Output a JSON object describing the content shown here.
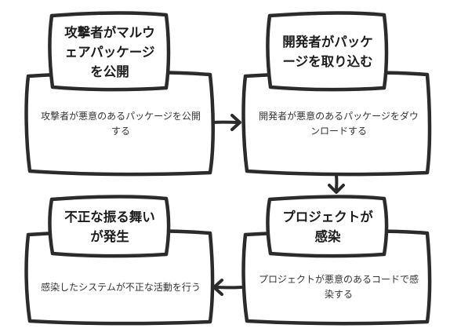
{
  "steps": [
    {
      "title": "攻撃者がマルウェアパッケージを公開",
      "description": "攻撃者が悪意のあるパッケージを公開する"
    },
    {
      "title": "開発者がパッケージを取り込む",
      "description": "開発者が悪意のあるパッケージをダウンロードする"
    },
    {
      "title": "プロジェクトが感染",
      "description": "プロジェクトが悪意のあるコードで感染する"
    },
    {
      "title": "不正な振る舞いが発生",
      "description": "感染したシステムが不正な活動を行う"
    }
  ],
  "colors": {
    "stroke": "#2b2b2b",
    "fill": "#ffffff"
  }
}
